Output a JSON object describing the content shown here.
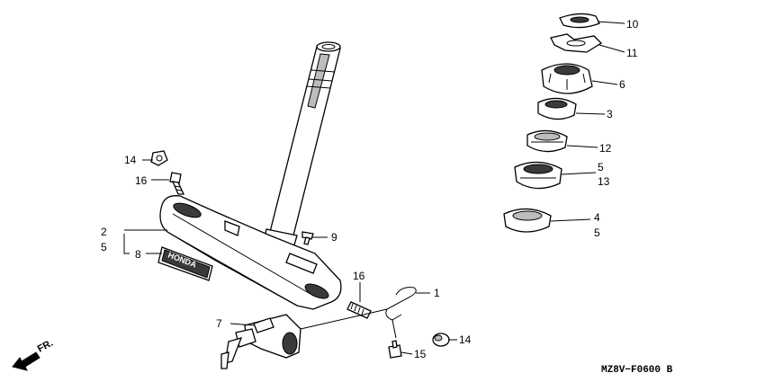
{
  "callouts": {
    "c10": "10",
    "c11": "11",
    "c6": "6",
    "c3": "3",
    "c12": "12",
    "c5a": "5",
    "c13": "13",
    "c4": "4",
    "c5b": "5",
    "c14a": "14",
    "c16a": "16",
    "c2": "2",
    "c5c": "5",
    "c8": "8",
    "c9": "9",
    "c16b": "16",
    "c1": "1",
    "c7": "7",
    "c14b": "14",
    "c15": "15"
  },
  "direction": {
    "label": "FR."
  },
  "emblem": {
    "text": "HONDA"
  },
  "diagram_code": "MZ8V−F0600 B"
}
